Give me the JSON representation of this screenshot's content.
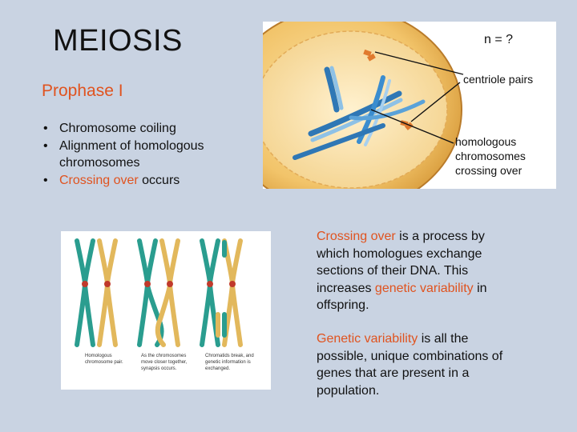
{
  "slide": {
    "title": "MEIOSIS",
    "subtitle": "Prophase I",
    "bullets": [
      {
        "bullet": "•",
        "plain_before": "",
        "highlight": "",
        "plain_after": "Chromosome coiling"
      },
      {
        "bullet": "•",
        "plain_before": "",
        "highlight": "",
        "plain_after": "Alignment of homologous chromosomes"
      },
      {
        "bullet": "•",
        "plain_before": "",
        "highlight": "Crossing over",
        "plain_after": " occurs"
      }
    ]
  },
  "cell_figure": {
    "n_label": "n = ?",
    "centriole_label": "centriole pairs",
    "homolog_label": "homologous chromosomes crossing over"
  },
  "chromosome_figure": {
    "captions": [
      "Homologous chromosome pair.",
      "As the chromosomes move closer together, synapsis occurs.",
      "Chromatids break, and genetic information is exchanged."
    ]
  },
  "paragraphs": {
    "p1": {
      "seg1_hl": "Crossing over",
      "seg2": " is a process by which homologues exchange sections of their DNA. This increases ",
      "seg3_hl": "genetic variability",
      "seg4": " in offspring."
    },
    "p2": {
      "seg1_hl": "Genetic variability",
      "seg2": " is all the possible, unique combinations of genes that are present in a population."
    }
  },
  "colors": {
    "background": "#c9d3e2",
    "accent": "#e0531f",
    "text": "#111111",
    "chromosome_teal": "#2a9d8f",
    "chromosome_yellow": "#e2b85c",
    "centromere": "#c0392b"
  }
}
